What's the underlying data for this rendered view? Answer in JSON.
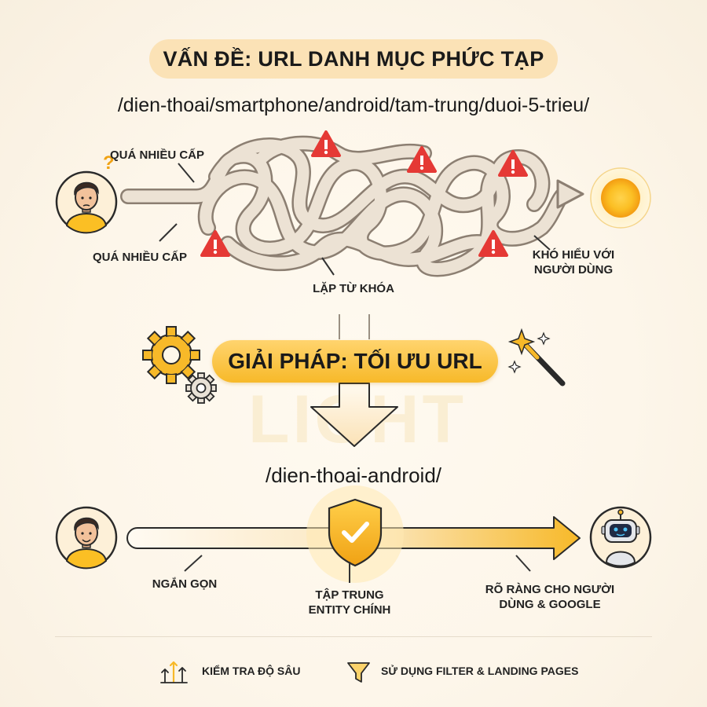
{
  "problem": {
    "title": "VẤN ĐỀ: URL DANH MỤC PHỨC TẠP",
    "url": "/dien-thoai/smartphone/android/tam-trung/duoi-5-trieu/",
    "labels": {
      "top_left": "QUÁ NHIỀU CẤP",
      "bottom_left": "QUÁ NHIỀU CẤP",
      "bottom_center": "LẶP TỪ KHÓA",
      "right_line1": "KHÓ HIỂU VỚI",
      "right_line2": "NGƯỜI DÙNG"
    }
  },
  "solution": {
    "title": "GIẢI PHÁP: TỐI ƯU URL",
    "url": "/dien-thoai-android/",
    "labels": {
      "left": "NGẮN GỌN",
      "center_line1": "TẬP TRUNG",
      "center_line2": "ENTITY CHÍNH",
      "right_line1": "RÕ RÀNG CHO NGƯỜI",
      "right_line2": "DÙNG & GOOGLE"
    }
  },
  "watermark": "LIGHT",
  "footer": {
    "item1": "KIỂM TRA ĐỘ SÂU",
    "item2": "SỬ DỤNG FILTER & LANDING PAGES"
  },
  "colors": {
    "accent": "#f7b929",
    "accent_light": "#fbe2b6",
    "warning": "#e53935",
    "rope": "#ece2d4",
    "rope_outline": "#8c7f72"
  },
  "icons": [
    "confused-user-icon",
    "question-mark-icon",
    "warning-icon",
    "sun-goal-icon",
    "gear-icon",
    "magic-wand-icon",
    "user-icon",
    "shield-check-icon",
    "robot-icon",
    "depth-arrows-icon",
    "filter-funnel-icon"
  ]
}
